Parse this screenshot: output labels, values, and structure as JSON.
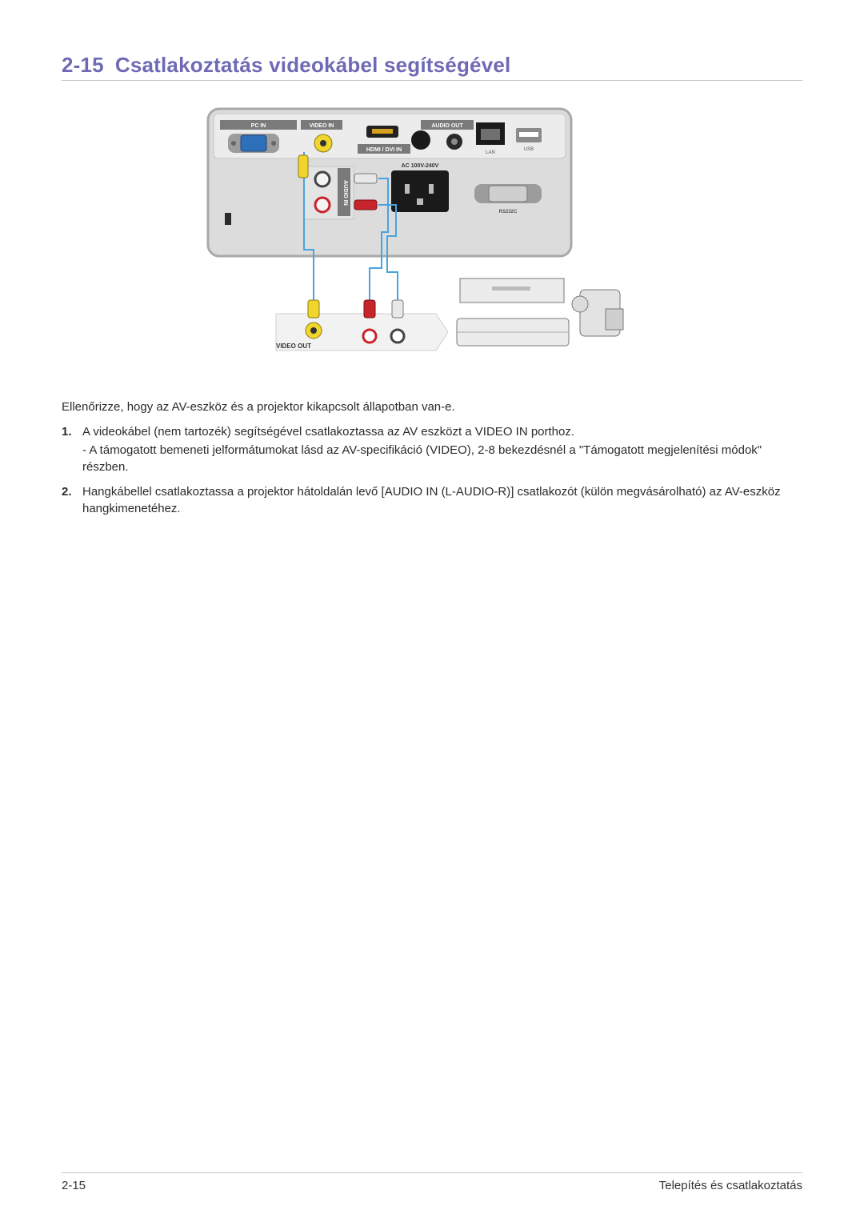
{
  "header": {
    "section_number": "2-15",
    "title": "Csatlakoztatás videokábel segítségével"
  },
  "figure": {
    "labels": {
      "pc_in": "PC IN",
      "video_in": "VIDEO IN",
      "hdmi": "HDMI / DVI IN",
      "audio_out": "AUDIO OUT",
      "lan": "LAN",
      "usb": "USB",
      "ac": "AC 100V-240V",
      "audio_in": "AUDIO IN",
      "rs232c": "RS232C",
      "video_out": "VIDEO OUT"
    },
    "colors": {
      "panel": "#dcdcdc",
      "panel_label_bg": "#7a7a7a",
      "cable_blue": "#4aa3df",
      "video_plug": "#f1d52c",
      "audio_red": "#c8242b",
      "audio_white": "#e8e8e8",
      "title_color": "#6e6ab5"
    }
  },
  "body": {
    "intro": "Ellenőrizze, hogy az AV-eszköz és a projektor kikapcsolt állapotban van-e.",
    "items": [
      {
        "number": "1.",
        "text": "A videokábel (nem tartozék) segítségével csatlakoztassa az AV eszközt a VIDEO IN porthoz.",
        "note": "- A támogatott bemeneti jelformátumokat lásd az AV-specifikáció (VIDEO), 2-8 bekezdésnél a \"Támogatott megjelenítési módok\" részben."
      },
      {
        "number": "2.",
        "text": "Hangkábellel csatlakoztassa a projektor hátoldalán levő [AUDIO IN (L-AUDIO-R)] csatlakozót (külön megvásárolható) az AV-eszköz hangkimenetéhez."
      }
    ]
  },
  "footer": {
    "page": "2-15",
    "chapter": "Telepítés és csatlakoztatás"
  }
}
